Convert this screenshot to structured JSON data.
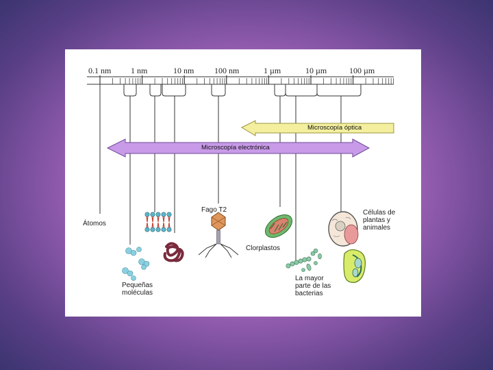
{
  "diagram": {
    "scale_labels": [
      "0.1 nm",
      "1 nm",
      "10 nm",
      "100 nm",
      "1 µm",
      "10 µm",
      "100 µm"
    ],
    "optical_microscopy_label": "Microscopía óptica",
    "electron_microscopy_label": "Microscopía electrónica",
    "items": {
      "atoms": "Átomos",
      "small_molecules": "Pequeñas\nmoléculas",
      "phage": "Fago T2",
      "chloroplasts": "Clorplastos",
      "bacteria": "La mayor\nparte de las\nbacterias",
      "cells": "Células de\nplantas y\nanimales"
    },
    "colors": {
      "optical_arrow": "#f3ef9e",
      "electron_arrow": "#c89ae8",
      "background_center": "#c97fd0",
      "background_edge": "#3b3470"
    }
  }
}
